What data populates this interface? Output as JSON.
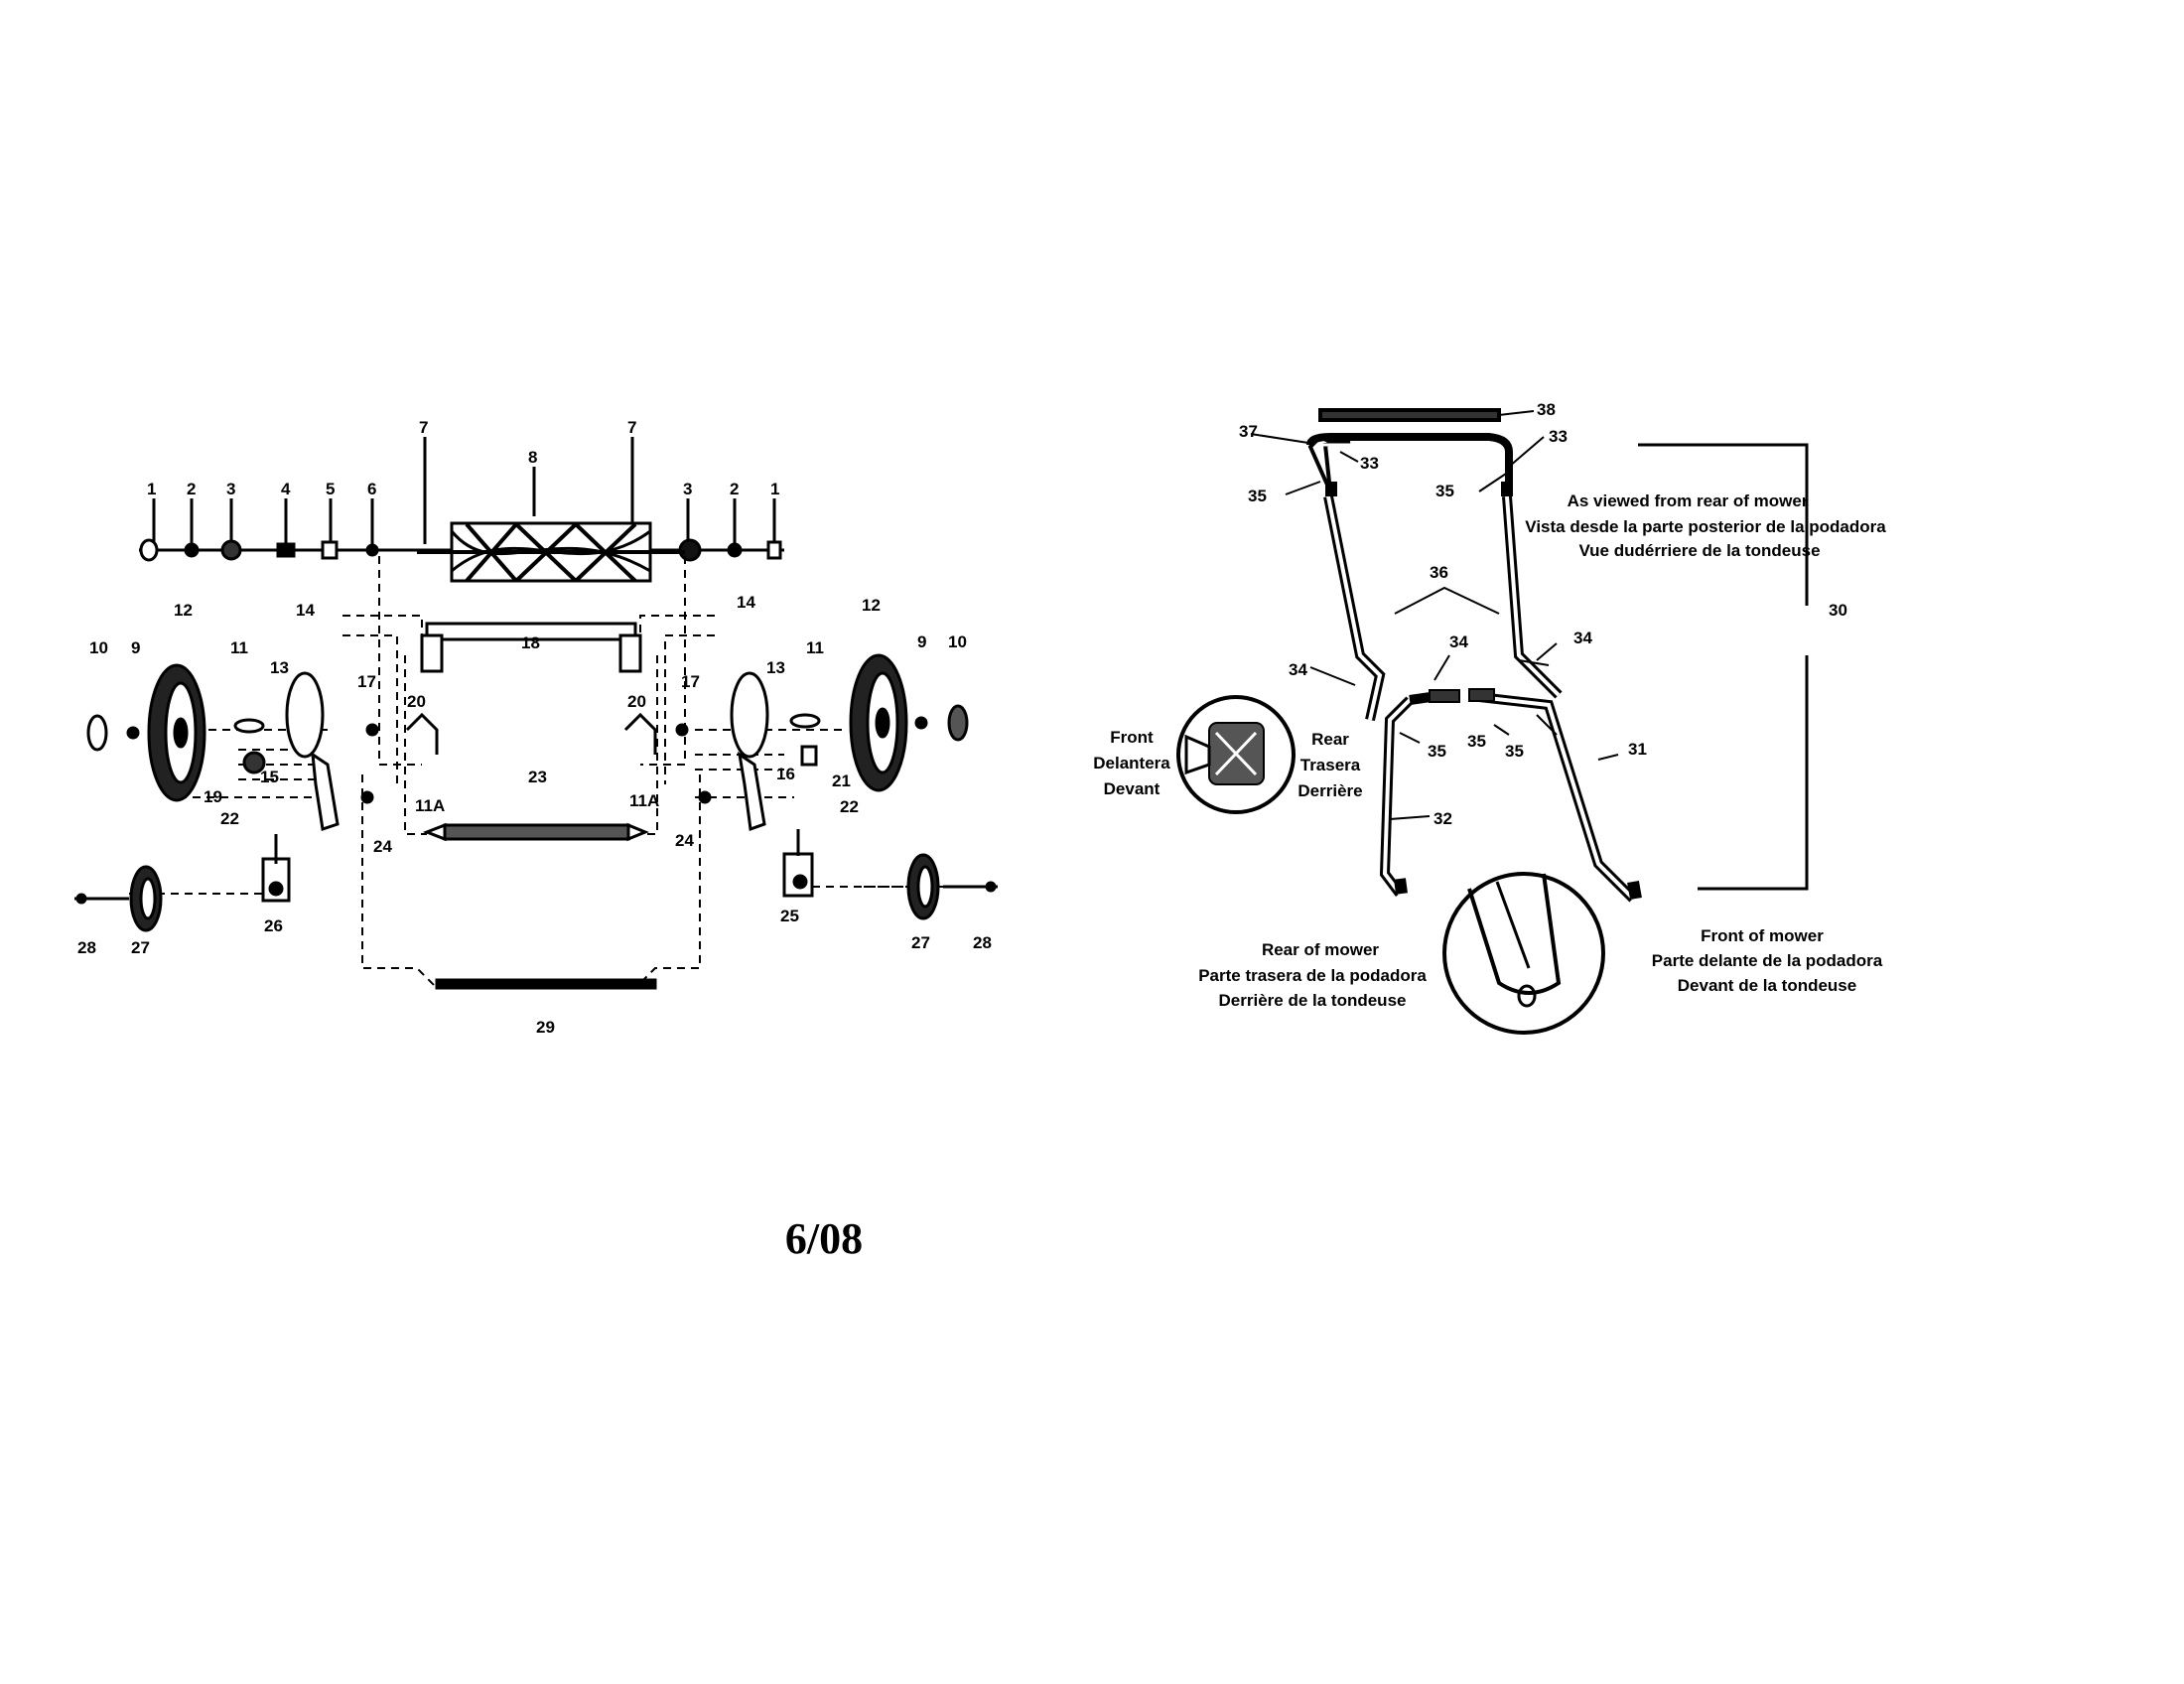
{
  "footer": "6/08",
  "left_callouts": [
    "1",
    "2",
    "3",
    "4",
    "5",
    "6",
    "7",
    "8",
    "7",
    "3",
    "2",
    "1",
    "10",
    "9",
    "12",
    "14",
    "11",
    "13",
    "17",
    "20",
    "18",
    "20",
    "17",
    "14",
    "11",
    "13",
    "12",
    "9",
    "10",
    "19",
    "15",
    "22",
    "11A",
    "23",
    "11A",
    "16",
    "21",
    "22",
    "24",
    "24",
    "26",
    "25",
    "28",
    "27",
    "27",
    "28",
    "29"
  ],
  "right_callouts": [
    "37",
    "38",
    "33",
    "33",
    "35",
    "35",
    "30",
    "36",
    "34",
    "34",
    "34",
    "35",
    "35",
    "35",
    "31",
    "32"
  ],
  "notes": {
    "viewed": [
      "As viewed from rear of mower",
      "Vista desde la parte posterior de la podadora",
      "Vue dudérriere de la tondeuse"
    ],
    "inset_front": [
      "Front",
      "Delantera",
      "Devant"
    ],
    "inset_rear": [
      "Rear",
      "Trasera",
      "Derrière"
    ],
    "rear_of_mower": [
      "Rear of mower",
      "Parte trasera de la podadora",
      "Derrière de la tondeuse"
    ],
    "front_of_mower": [
      "Front of mower",
      "Parte delante de la podadora",
      "Devant de la tondeuse"
    ]
  }
}
